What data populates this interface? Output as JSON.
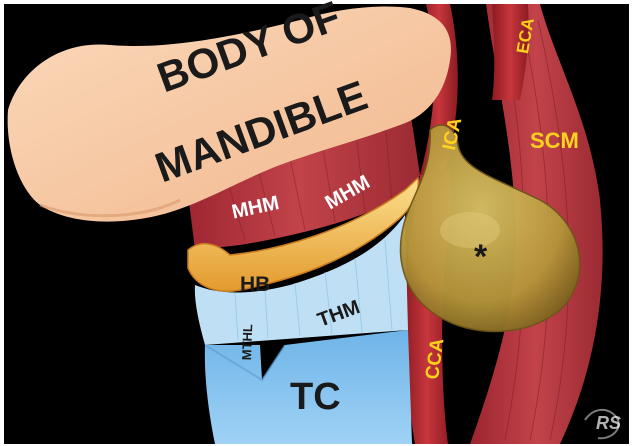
{
  "labels": {
    "body_of_mandible_line1": "BODY OF",
    "body_of_mandible_line2": "MANDIBLE",
    "mhm_left": "MHM",
    "mhm_right": "MHM",
    "hb": "HB",
    "thm": "THM",
    "mthl": "MTHL",
    "tc": "TC",
    "ica": "ICA",
    "eca": "ECA",
    "scm": "SCM",
    "cca": "CCA",
    "lesion_marker": "*",
    "watermark": "RS"
  },
  "colors": {
    "background": "#000000",
    "mandible": "#f6c7a2",
    "muscle": "#b5323a",
    "hyoid": "#f4c45a",
    "thyrohyoid": "#b9dcf2",
    "thyroid_cartilage": "#7fc0ee",
    "artery": "#b2262c",
    "lesion": "#c2a64a",
    "label_yellow": "#ffd21e"
  }
}
